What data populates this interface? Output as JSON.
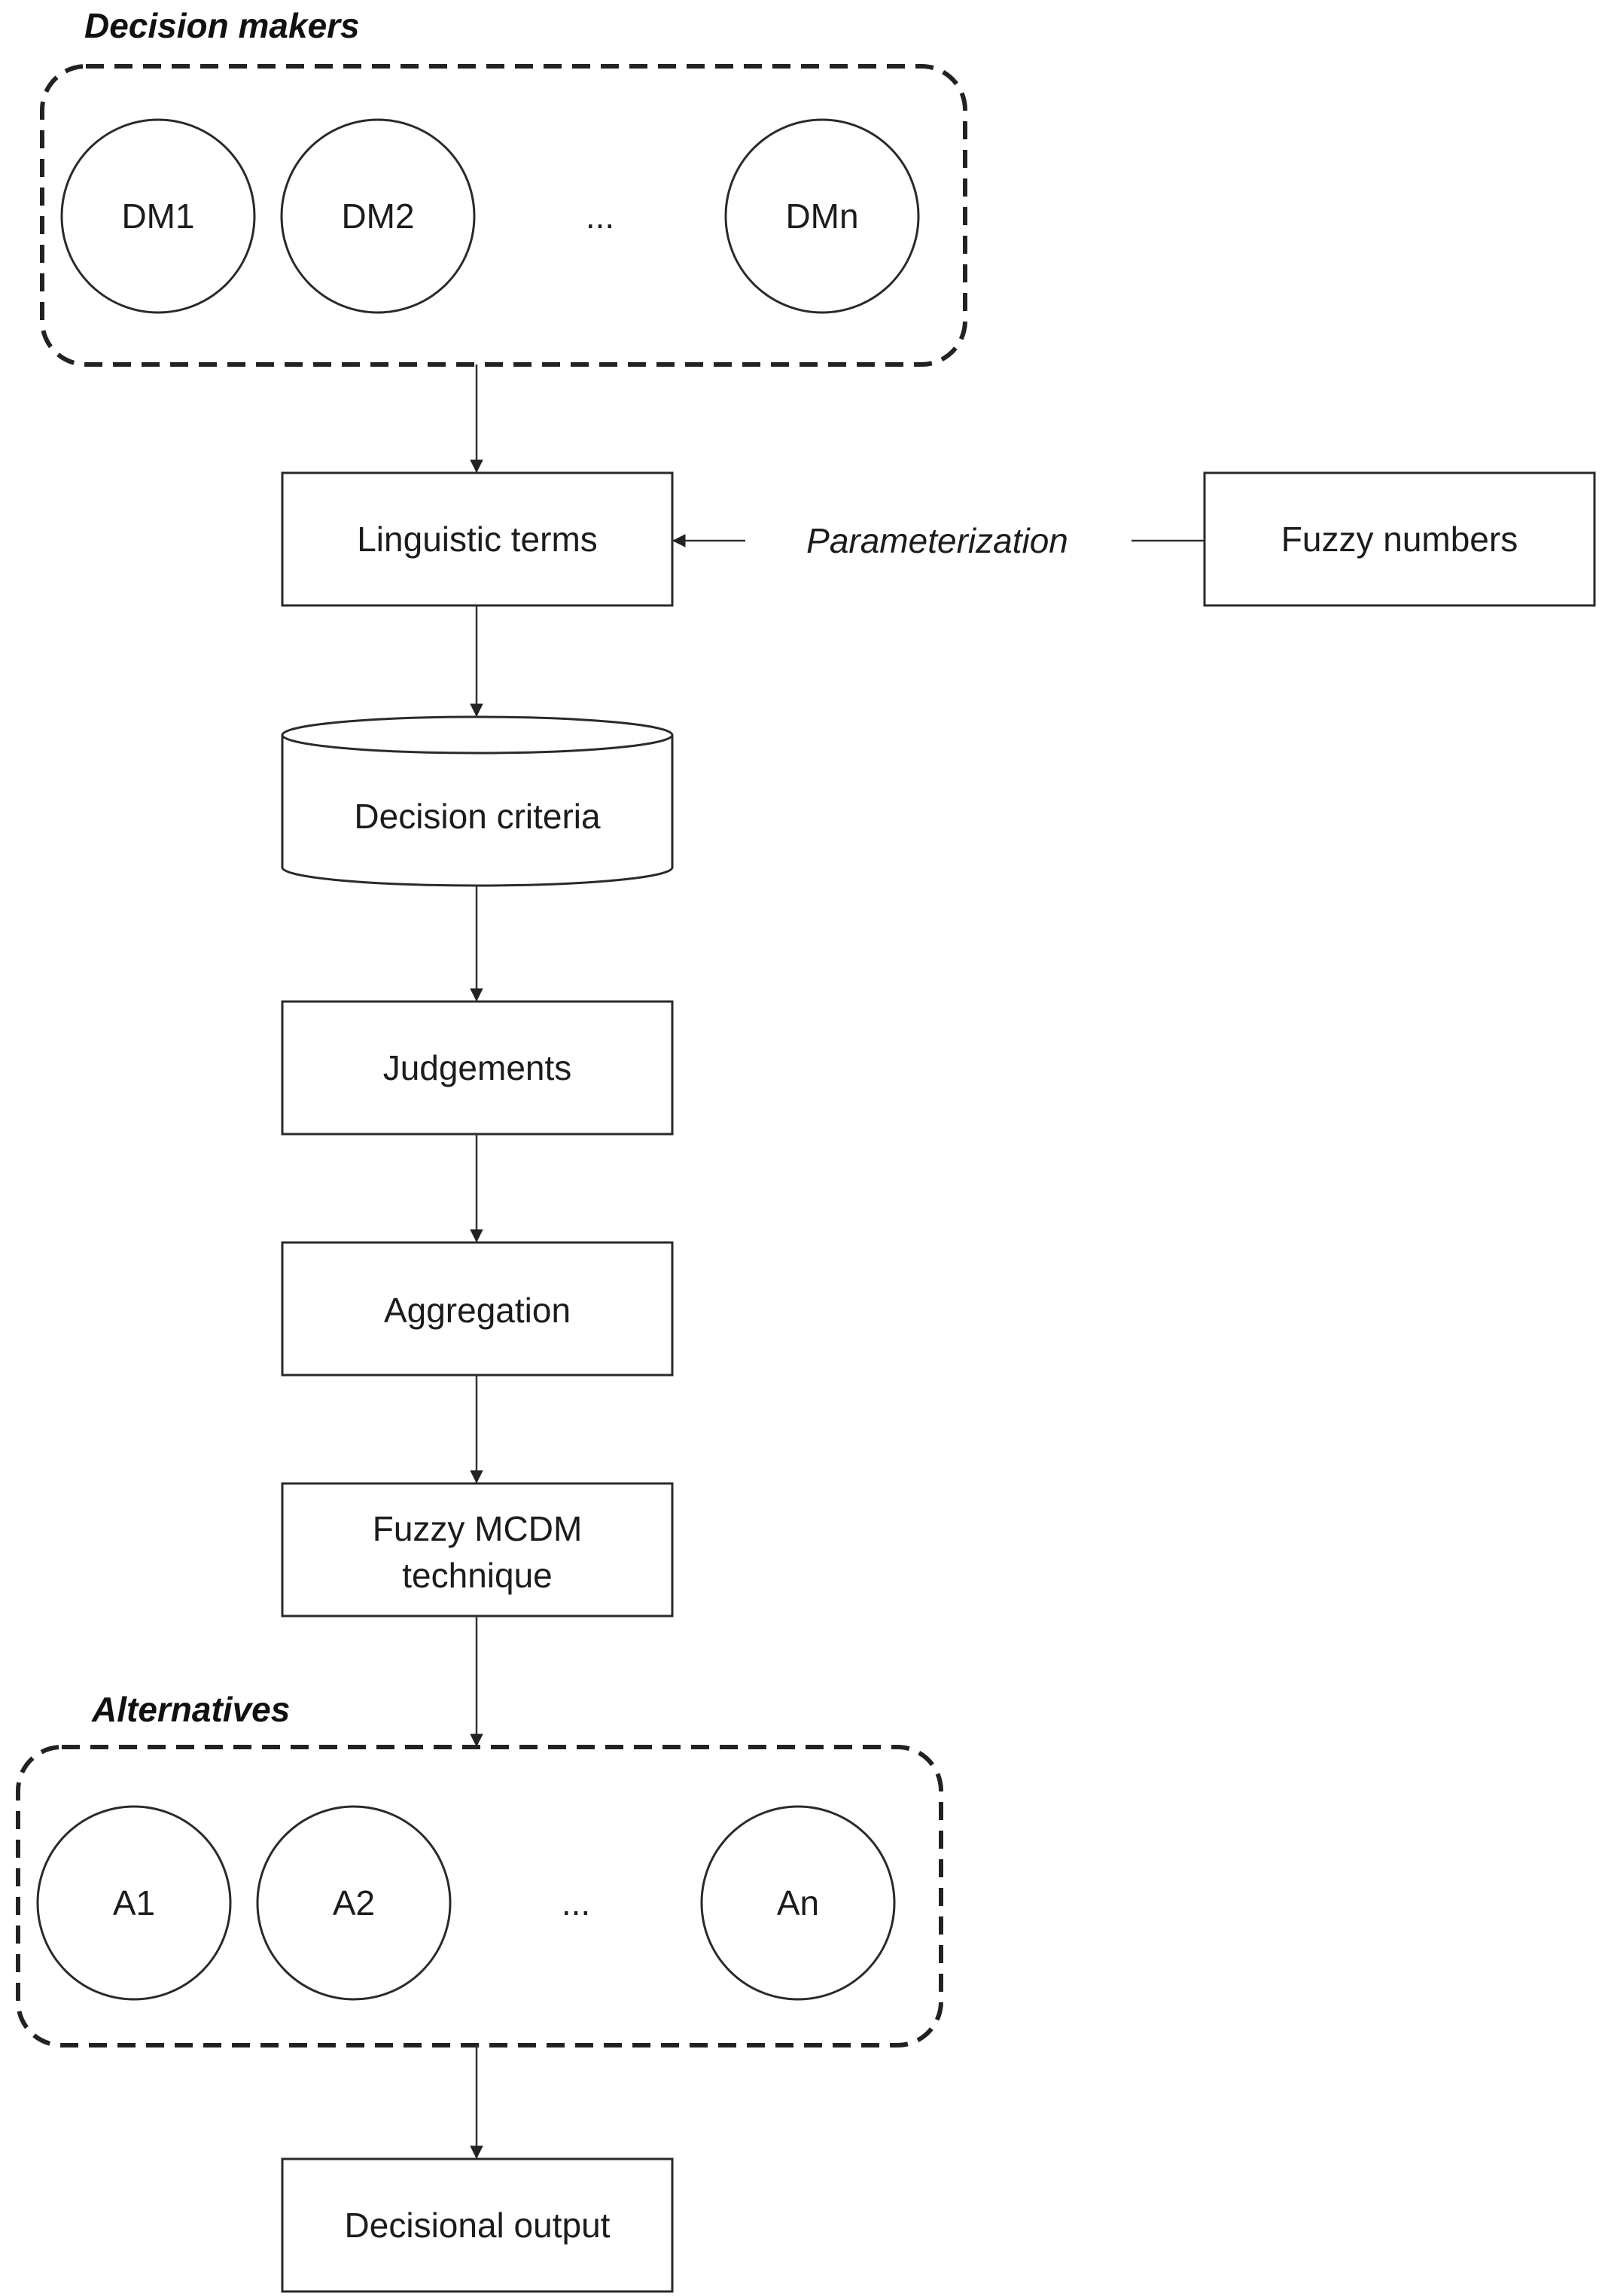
{
  "decision_makers": {
    "title": "Decision makers",
    "items": [
      "DM1",
      "DM2",
      "...",
      "DMn"
    ]
  },
  "steps": {
    "linguistic_terms": "Linguistic terms",
    "parameterization": "Parameterization",
    "fuzzy_numbers": "Fuzzy numbers",
    "decision_criteria": "Decision criteria",
    "judgements": "Judgements",
    "aggregation": "Aggregation",
    "mcdm_line1": "Fuzzy MCDM",
    "mcdm_line2": "technique",
    "output": "Decisional output"
  },
  "alternatives": {
    "title": "Alternatives",
    "items": [
      "A1",
      "A2",
      "...",
      "An"
    ]
  }
}
